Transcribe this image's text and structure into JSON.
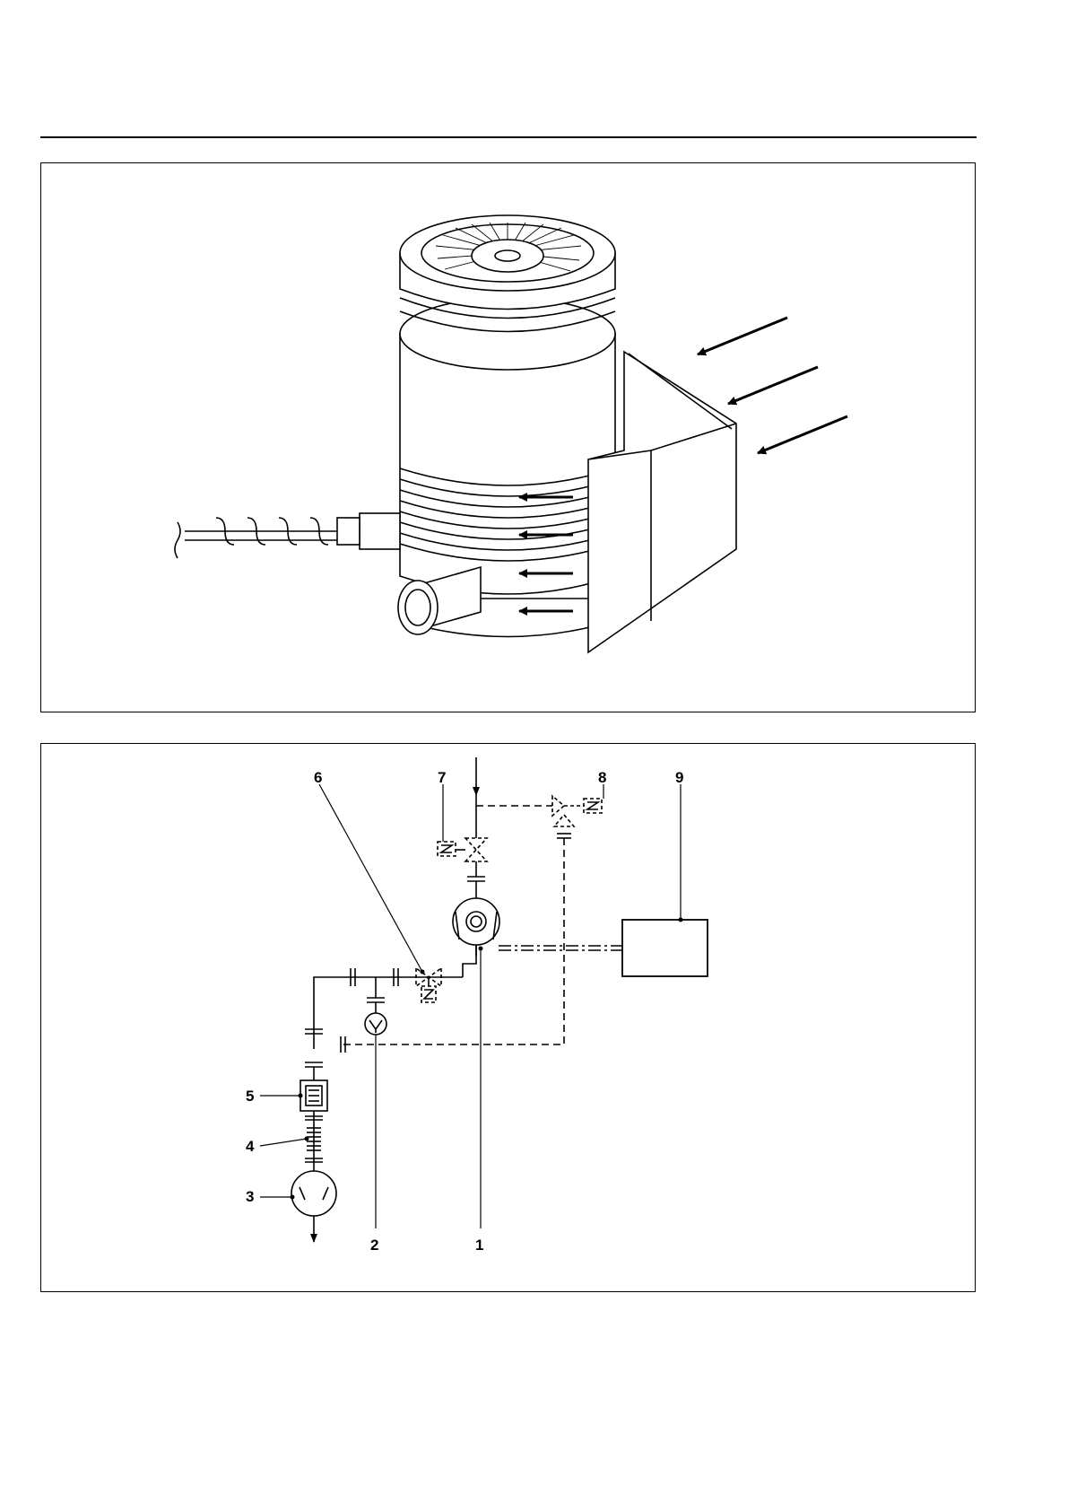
{
  "figure_top": {
    "description_icons": [
      "turbopump-drawing",
      "airflow-arrow"
    ]
  },
  "figure_bottom": {
    "callouts": [
      {
        "id": "label-1",
        "text": "1"
      },
      {
        "id": "label-2",
        "text": "2"
      },
      {
        "id": "label-3",
        "text": "3"
      },
      {
        "id": "label-4",
        "text": "4"
      },
      {
        "id": "label-5",
        "text": "5"
      },
      {
        "id": "label-6",
        "text": "6"
      },
      {
        "id": "label-7",
        "text": "7"
      },
      {
        "id": "label-8",
        "text": "8"
      },
      {
        "id": "label-9",
        "text": "9"
      }
    ]
  }
}
